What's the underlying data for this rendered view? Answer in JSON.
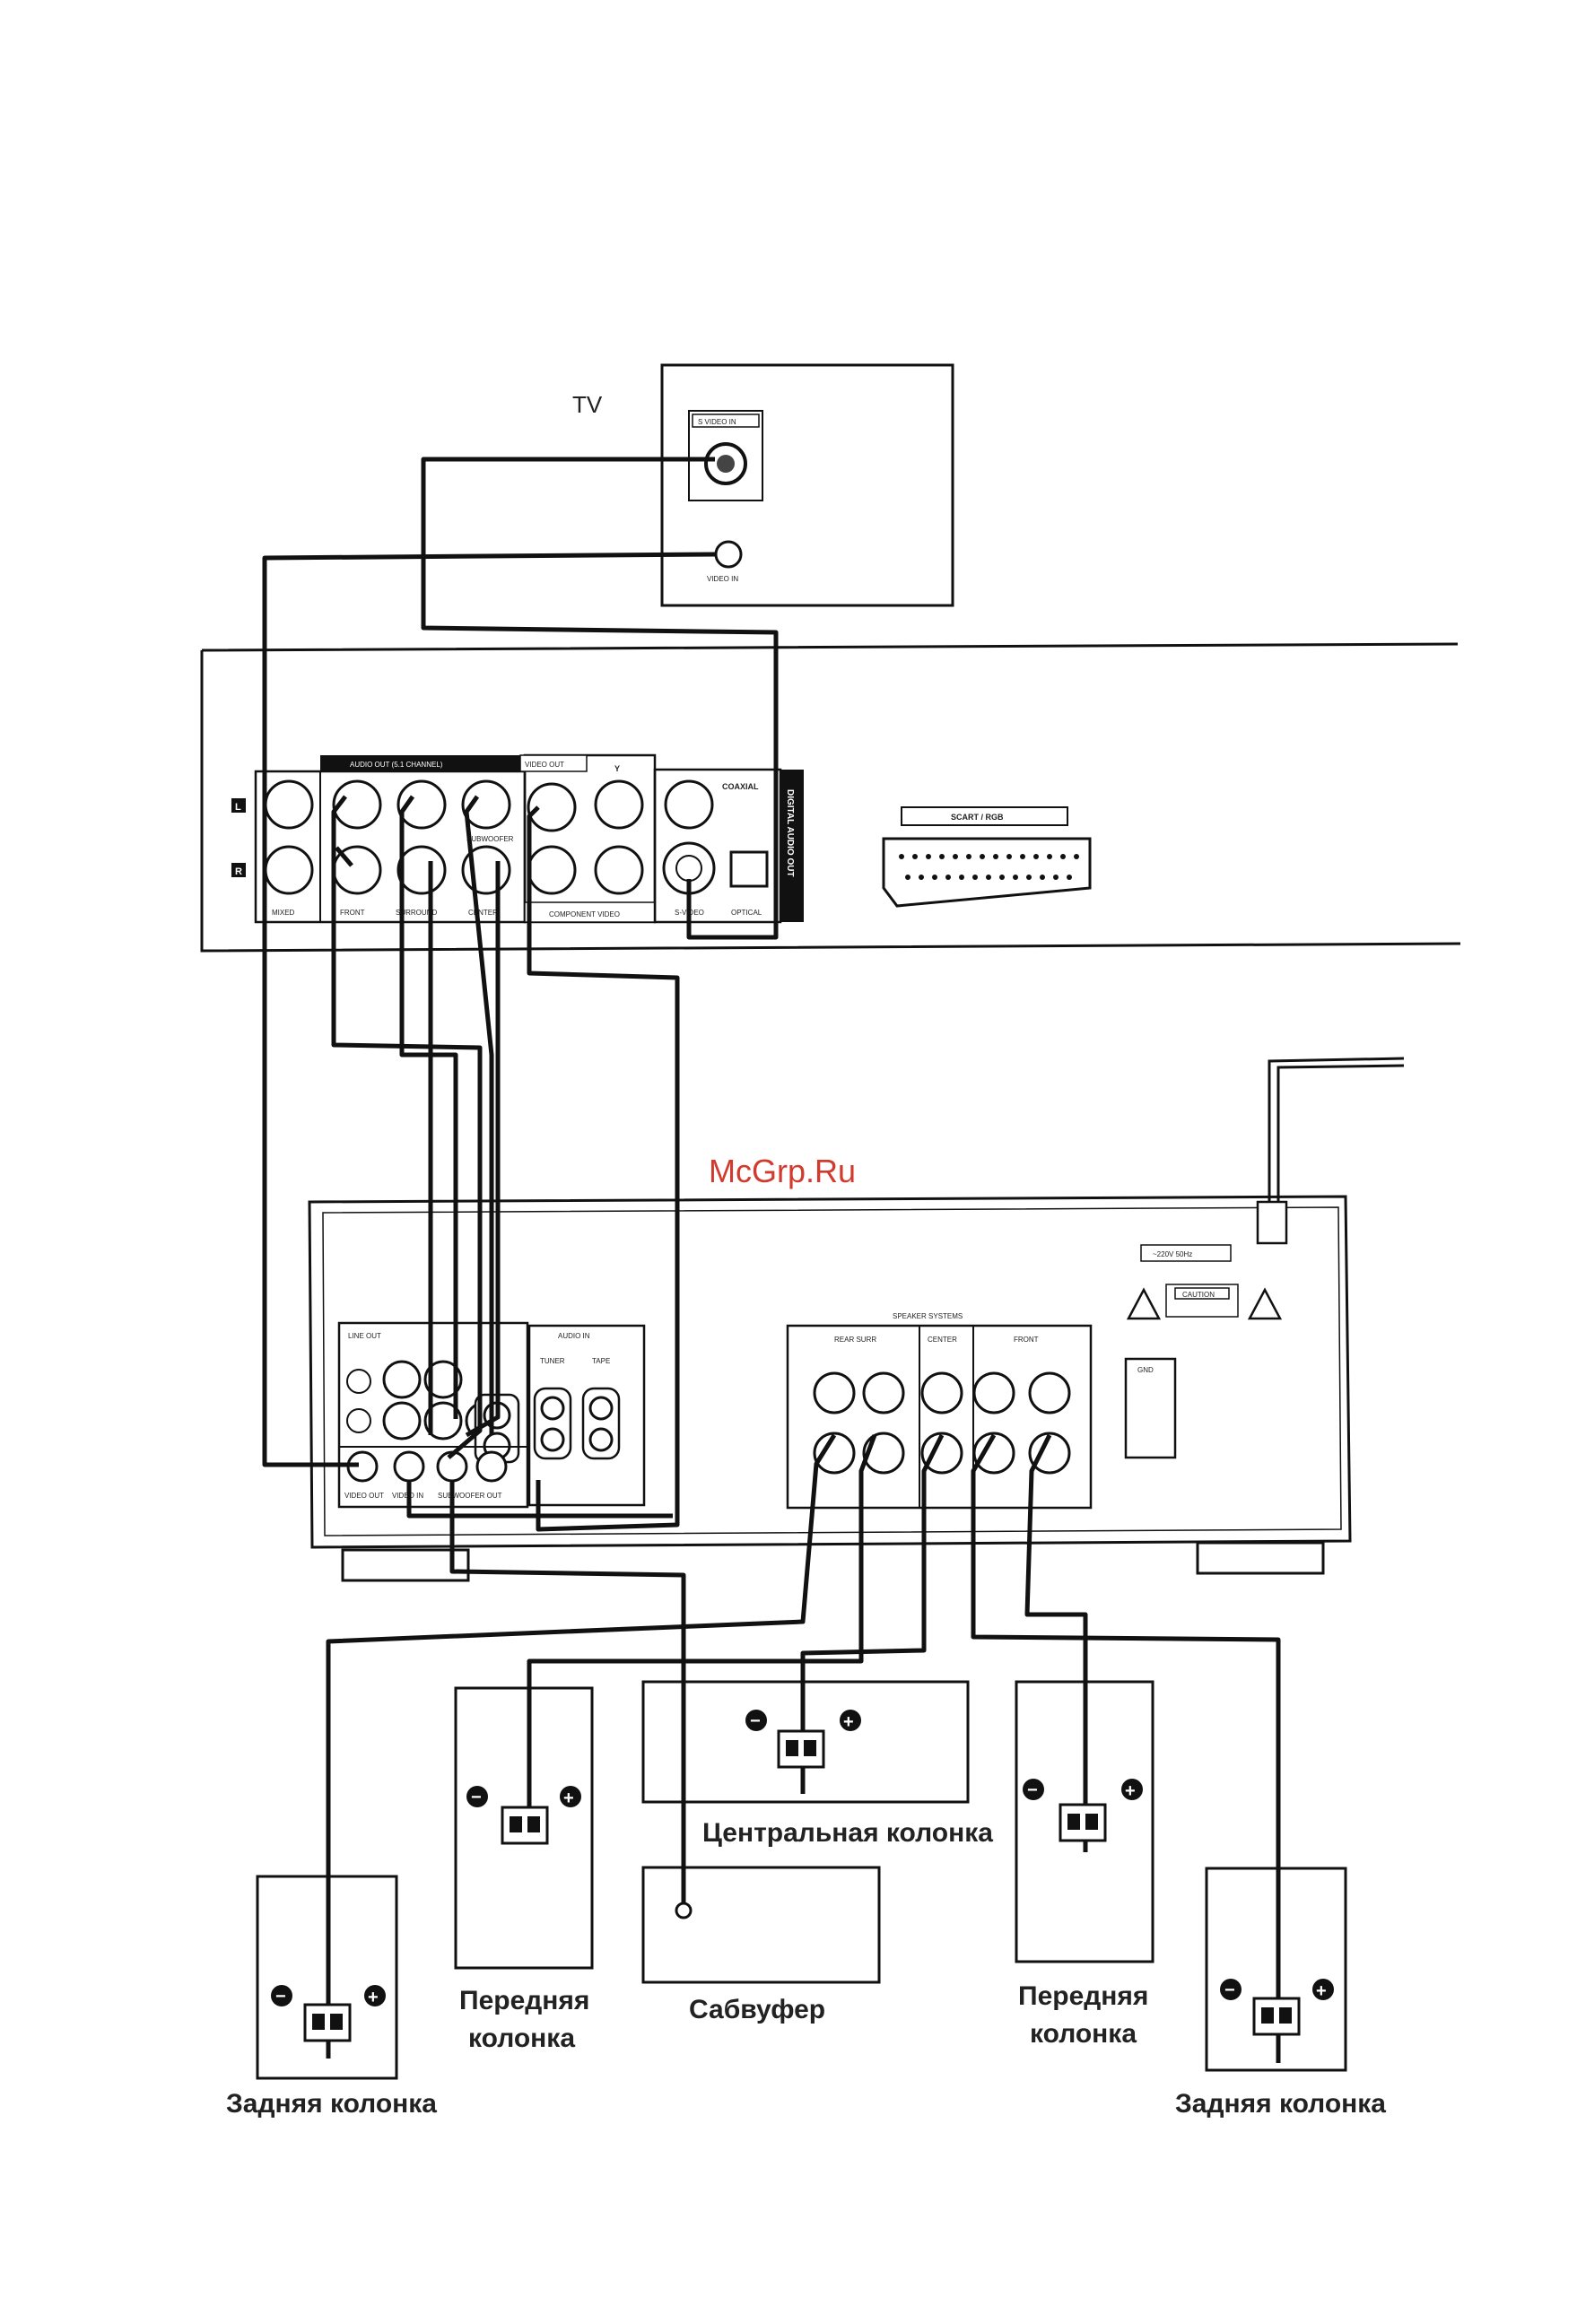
{
  "watermark": "McGrp.Ru",
  "tv": {
    "title": "TV",
    "svideo_in": "S VIDEO IN",
    "video_in": "VIDEO IN"
  },
  "dvd": {
    "audio_out_header": "AUDIO OUT (5.1 CHANNEL)",
    "video_out_header": "VIDEO OUT",
    "coaxial": "COAXIAL",
    "digital_audio_out": "DIGITAL AUDIO OUT",
    "scart_rgb": "SCART / RGB",
    "jack_labels": [
      "MIXED",
      "FRONT",
      "SURROUND",
      "CENTER"
    ],
    "subwoofer_small": "SUBWOOFER",
    "component_video": "COMPONENT VIDEO",
    "svideo": "S-VIDEO",
    "optical": "OPTICAL",
    "y_label": "Y",
    "l_label": "L",
    "r_label": "R"
  },
  "receiver": {
    "voltage": "~220V 50Hz",
    "caution": "CAUTION",
    "speaker_systems": "SPEAKER SYSTEMS",
    "rear_surr": "REAR SURR",
    "center": "CENTER",
    "front": "FRONT",
    "line_out": "LINE OUT",
    "audio_in": "AUDIO IN",
    "video_out": "VIDEO OUT",
    "video_in": "VIDEO IN",
    "subwoofer_out": "SUBWOOFER OUT",
    "tuner": "TUNER",
    "tape": "TAPE",
    "gnd": "GND"
  },
  "speakers": {
    "center": "Центральная колонка",
    "subwoofer": "Сабвуфер",
    "front_left_l1": "Передняя",
    "front_left_l2": "колонка",
    "front_right_l1": "Передняя",
    "front_right_l2": "колонка",
    "rear_left": "Задняя колонка",
    "rear_right": "Задняя колонка",
    "minus": "−",
    "plus": "+"
  }
}
